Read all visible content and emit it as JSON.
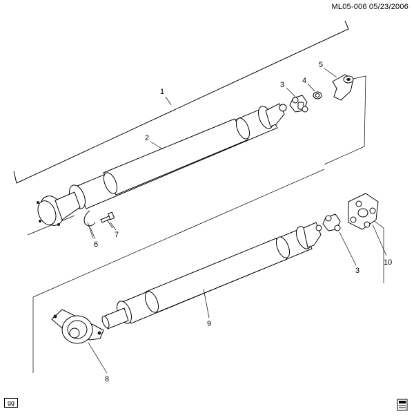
{
  "header": {
    "code": "ML05-006  05/23/2006"
  },
  "footer": {
    "badge": "gg"
  },
  "callouts": {
    "c1": "1",
    "c2": "2",
    "c3a": "3",
    "c4": "4",
    "c5": "5",
    "c6": "6",
    "c7": "7",
    "c3b": "3",
    "c8": "8",
    "c9": "9",
    "c10": "10"
  },
  "icons": {
    "corner_logo": "document-stack-icon"
  }
}
